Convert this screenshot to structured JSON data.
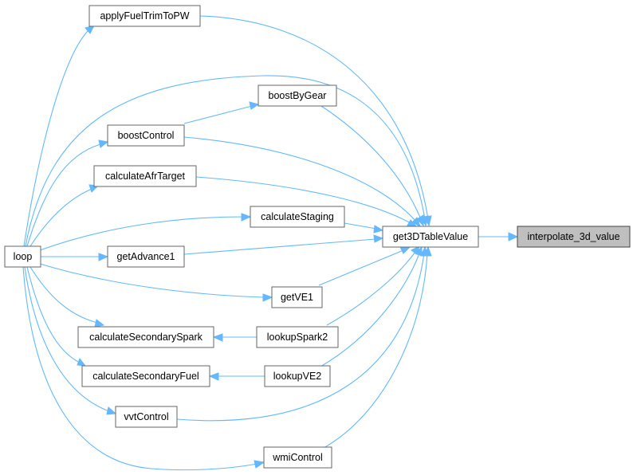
{
  "graph": {
    "target": "interpolate_3d_value",
    "hub": "get3DTableValue",
    "root": "loop",
    "callers": [
      "applyFuelTrimToPW",
      "boostByGear",
      "boostControl",
      "calculateAfrTarget",
      "calculateStaging",
      "getAdvance1",
      "getVE1",
      "lookupSpark2",
      "calculateSecondarySpark",
      "calculateSecondaryFuel",
      "lookupVE2",
      "vvtControl",
      "wmiControl"
    ]
  },
  "colors": {
    "edge": "#63b8ff",
    "node_border": "#666666",
    "target_fill": "#bfbfbf"
  }
}
